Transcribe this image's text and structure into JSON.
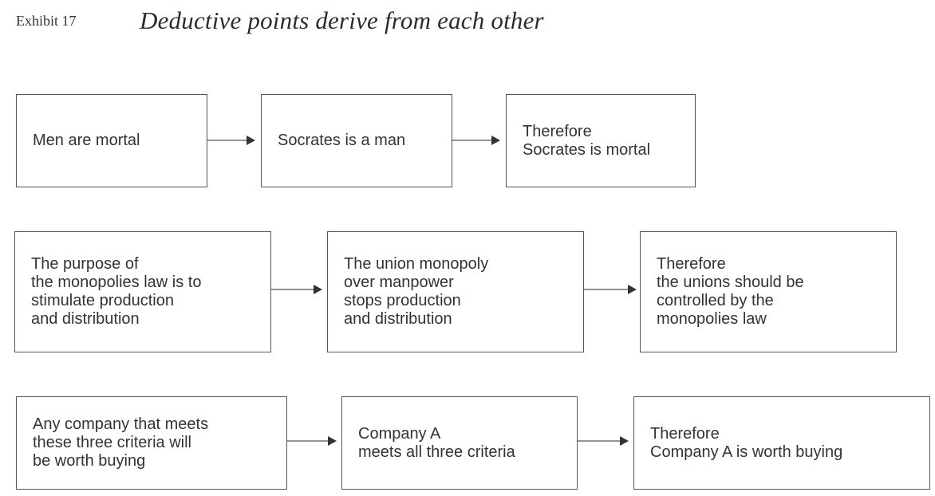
{
  "header": {
    "exhibit_label": "Exhibit 17",
    "title": "Deductive points derive from each other"
  },
  "rows": [
    {
      "boxes": [
        "Men are mortal",
        "Socrates is a man",
        "Therefore\nSocrates is mortal"
      ]
    },
    {
      "boxes": [
        "The purpose of\nthe monopolies law is to\nstimulate production\nand distribution",
        "The union monopoly\nover manpower\nstops production\nand distribution",
        "Therefore\nthe unions should be\ncontrolled by the\nmonopolies law"
      ]
    },
    {
      "boxes": [
        "Any company that meets\nthese three criteria will\nbe worth buying",
        "Company A\nmeets all three criteria",
        "Therefore\nCompany A is worth buying"
      ]
    }
  ],
  "colors": {
    "line": "#555555",
    "text": "#333333"
  }
}
